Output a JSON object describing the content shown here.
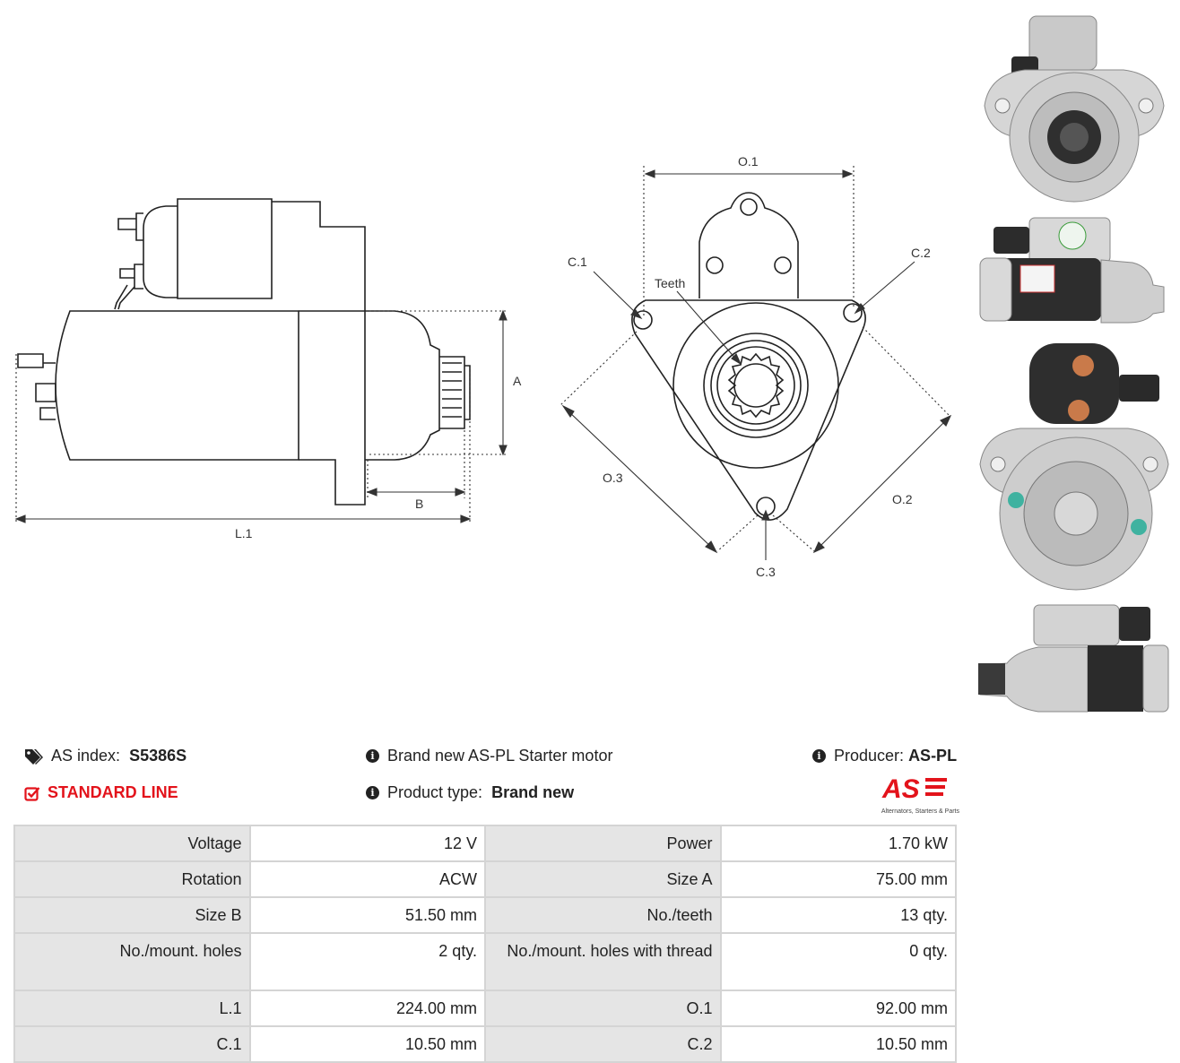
{
  "diagram": {
    "labels": {
      "A": "A",
      "B": "B",
      "L1": "L.1",
      "O1": "O.1",
      "O2": "O.2",
      "O3": "O.3",
      "C1": "C.1",
      "C2": "C.2",
      "C3": "C.3",
      "teeth": "Teeth"
    }
  },
  "photos": [
    {
      "name": "front-view-photo"
    },
    {
      "name": "side-view-photo"
    },
    {
      "name": "rear-view-photo"
    },
    {
      "name": "other-side-view-photo"
    }
  ],
  "info": {
    "as_index_label": "AS index:",
    "as_index_value": "S5386S",
    "line_label": "STANDARD LINE",
    "description": "Brand new AS-PL Starter motor",
    "product_type_label": "Product type:",
    "product_type_value": "Brand new",
    "producer_label": "Producer:",
    "producer_value": "AS-PL",
    "logo_text": "AS",
    "logo_tagline": "Alternators, Starters & Parts"
  },
  "specs": [
    {
      "label1": "Voltage",
      "value1": "12 V",
      "label2": "Power",
      "value2": "1.70 kW"
    },
    {
      "label1": "Rotation",
      "value1": "ACW",
      "label2": "Size A",
      "value2": "75.00 mm"
    },
    {
      "label1": "Size B",
      "value1": "51.50 mm",
      "label2": "No./teeth",
      "value2": "13 qty."
    },
    {
      "label1": "No./mount. holes",
      "value1": "2 qty.",
      "label2": "No./mount. holes with thread",
      "value2": "0 qty."
    },
    {
      "label1": "L.1",
      "value1": "224.00 mm",
      "label2": "O.1",
      "value2": "92.00 mm"
    },
    {
      "label1": "C.1",
      "value1": "10.50 mm",
      "label2": "C.2",
      "value2": "10.50 mm"
    }
  ],
  "colors": {
    "accent_red": "#e3131b",
    "label_bg": "#e5e5e5",
    "border": "#d4d4d4"
  }
}
